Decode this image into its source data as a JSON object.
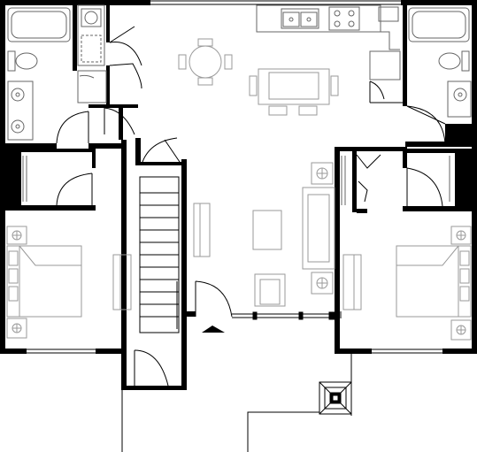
{
  "plan": {
    "background": "#ffffff",
    "wall_color": "#000000",
    "fixture_color": "#666666",
    "furniture_color": "#9a9a9a",
    "rooms": [
      "bathroom-left",
      "closet-left",
      "bedroom-left",
      "stairwell",
      "kitchen",
      "dining-area",
      "living-room",
      "entry-porch",
      "bathroom-right",
      "closet-right",
      "bedroom-right"
    ],
    "annotations": [
      {
        "name": "entry-arrow",
        "icon": "triangle-up-icon"
      },
      {
        "name": "column-footing",
        "icon": "square-nested-icon"
      }
    ]
  }
}
